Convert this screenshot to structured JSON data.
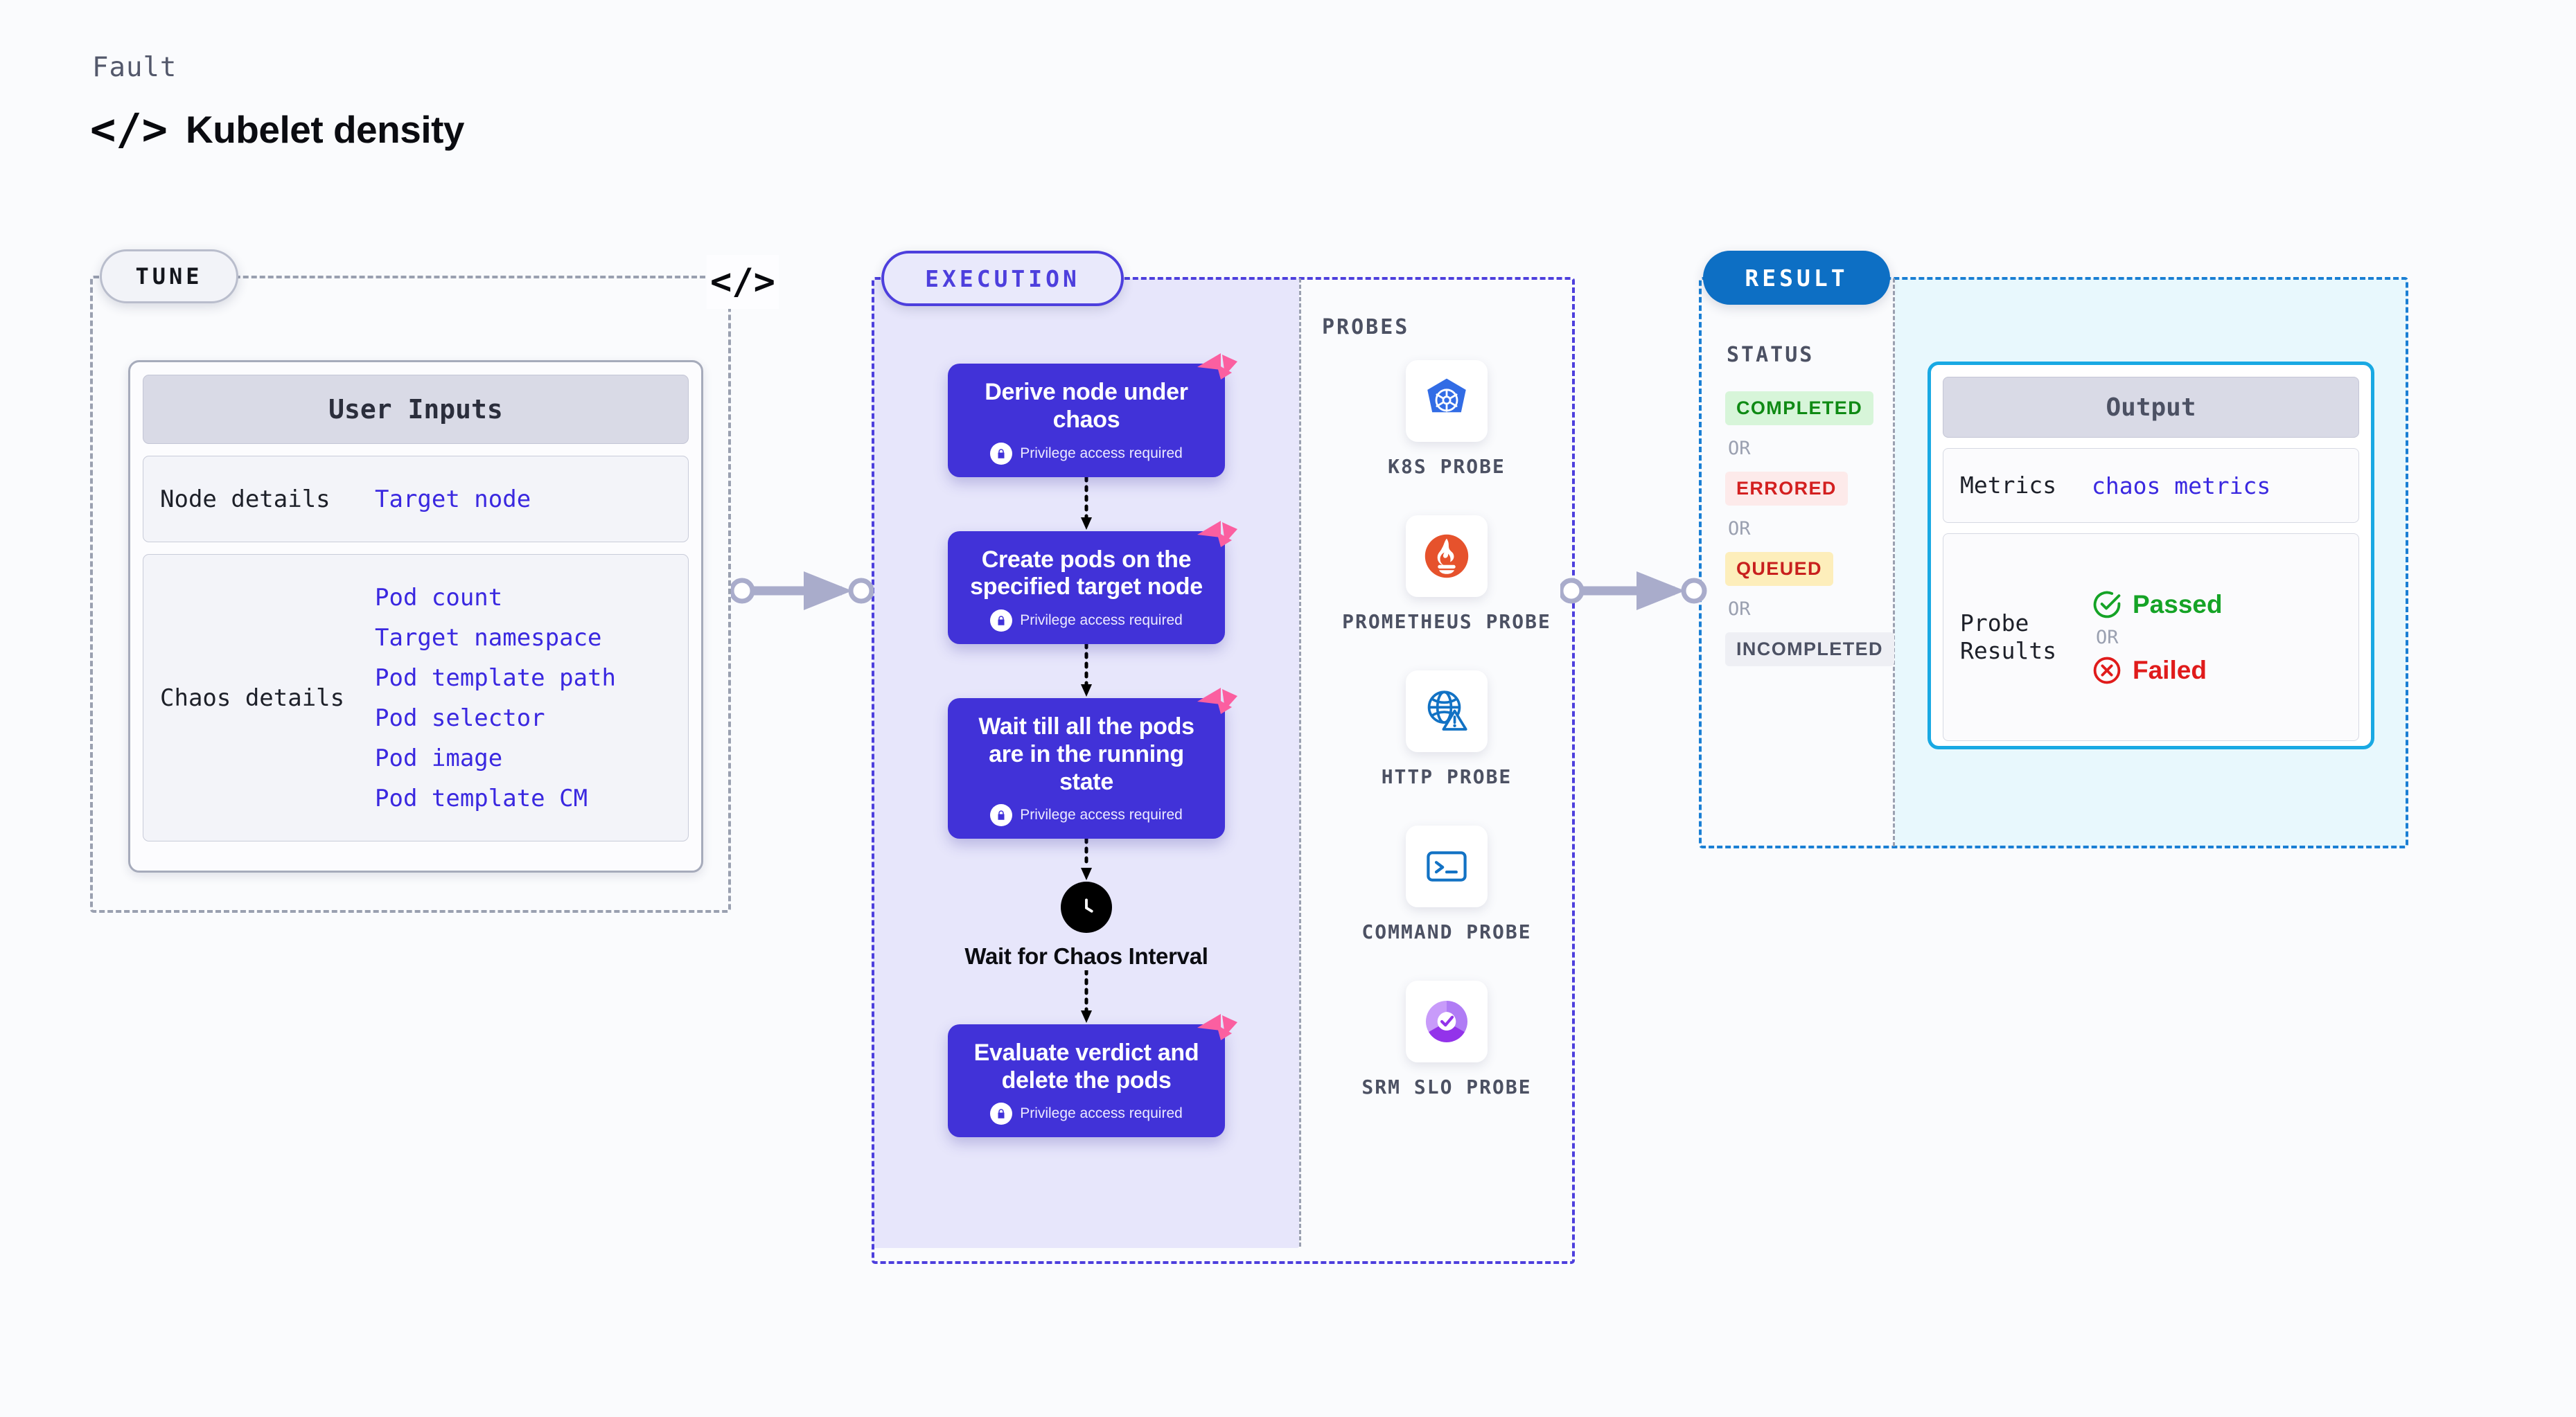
{
  "header": {
    "kicker": "Fault",
    "title": "Kubelet density",
    "icon": "code-icon",
    "icon_glyph": "</>"
  },
  "tune": {
    "pill_label": "TUNE",
    "card_title": "User Inputs",
    "rows": [
      {
        "label": "Node details",
        "values": [
          "Target node"
        ]
      },
      {
        "label": "Chaos details",
        "values": [
          "Pod count",
          "Target namespace",
          "Pod template path",
          "Pod selector",
          "Pod image",
          "Pod template CM"
        ]
      }
    ]
  },
  "execution": {
    "pill_label": "EXECUTION",
    "privilege_note": "Privilege access required",
    "steps": [
      {
        "title": "Derive node under chaos",
        "privileged": true
      },
      {
        "title": "Create pods on the specified target node",
        "privileged": true
      },
      {
        "title": "Wait till all the pods are in the running state",
        "privileged": true
      }
    ],
    "wait_node": {
      "label": "Wait for Chaos Interval",
      "icon": "clock-icon"
    },
    "final_step": {
      "title": "Evaluate verdict and delete the pods",
      "privileged": true
    }
  },
  "probes": {
    "section_label": "PROBES",
    "items": [
      {
        "name": "K8S PROBE",
        "icon": "kubernetes-icon"
      },
      {
        "name": "PROMETHEUS PROBE",
        "icon": "prometheus-icon"
      },
      {
        "name": "HTTP PROBE",
        "icon": "http-globe-warning-icon"
      },
      {
        "name": "COMMAND PROBE",
        "icon": "terminal-icon"
      },
      {
        "name": "SRM SLO PROBE",
        "icon": "srm-slo-donut-icon"
      }
    ]
  },
  "result": {
    "pill_label": "RESULT",
    "status_label": "STATUS",
    "or_label": "OR",
    "statuses": [
      {
        "label": "COMPLETED",
        "bg": "#d7f5d9",
        "fg": "#0f8a14"
      },
      {
        "label": "ERRORED",
        "bg": "#fdeaea",
        "fg": "#d32020"
      },
      {
        "label": "QUEUED",
        "bg": "#fdeebb",
        "fg": "#c8201e"
      },
      {
        "label": "INCOMPLETED",
        "bg": "#eeeff4",
        "fg": "#4c5163"
      }
    ],
    "output": {
      "title": "Output",
      "metrics_label": "Metrics",
      "metrics_value": "chaos metrics",
      "probe_results_label": "Probe Results",
      "or_label": "OR",
      "passed_label": "Passed",
      "failed_label": "Failed",
      "passed_icon": "check-circle-icon",
      "failed_icon": "x-circle-icon"
    }
  },
  "colors": {
    "indigo": "#4132d8",
    "indigo_border": "#4d3fdd",
    "exec_fill": "#e7e6fb",
    "blue": "#0d6fc4",
    "cyan": "#19a9e3",
    "result_fill": "#e8f8fd",
    "pink_badge": "#fb5fa0",
    "link_mono": "#3a28e0",
    "grey_dash": "#9aa0b0"
  }
}
